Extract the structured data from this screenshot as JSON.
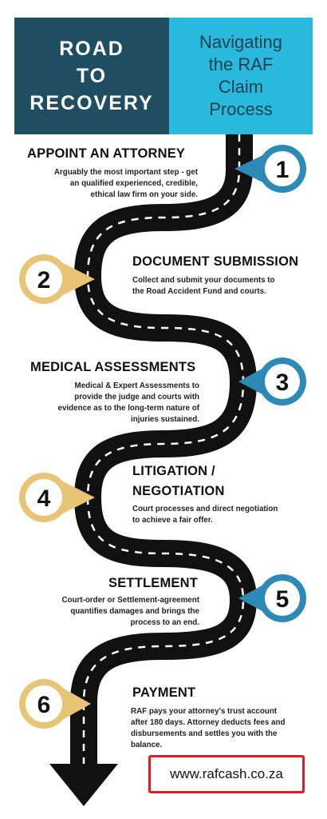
{
  "header": {
    "left_lines": [
      "ROAD",
      "TO",
      "RECOVERY"
    ],
    "right_lines": [
      "Navigating",
      "the RAF",
      "Claim",
      "Process"
    ]
  },
  "colors": {
    "header_dark": "#1f4e62",
    "header_light": "#29b9dd",
    "pin_blue": "#2d89b5",
    "pin_gold": "#e8c477",
    "road": "#111111",
    "url_border": "#e31b23"
  },
  "steps": [
    {
      "number": "1",
      "title": "APPOINT AN ATTORNEY",
      "description": [
        "Arguably the most important step - get",
        "an qualified experienced, credible,",
        "ethical  law firm on your side."
      ]
    },
    {
      "number": "2",
      "title": "DOCUMENT SUBMISSION",
      "description": [
        "Collect and submit your documents to",
        "the Road Accident Fund and courts."
      ]
    },
    {
      "number": "3",
      "title": "MEDICAL ASSESSMENTS",
      "description": [
        "Medical & Expert Assessments to",
        "provide the judge and courts with",
        "evidence as to the long-term nature of",
        "injuries sustained."
      ]
    },
    {
      "number": "4",
      "title_lines": [
        "LITIGATION /",
        "NEGOTIATION"
      ],
      "description": [
        "Court processes and direct negotiation",
        "to achieve a fair offer."
      ]
    },
    {
      "number": "5",
      "title": "SETTLEMENT",
      "description": [
        "Court-order or Settlement-agreement",
        "quantifies damages and brings the",
        "process to an end."
      ]
    },
    {
      "number": "6",
      "title": "PAYMENT",
      "description": [
        "RAF pays your attorney's trust account",
        "after 180 days. Attorney deducts fees and",
        "disbursements and settles you with the",
        "balance."
      ]
    }
  ],
  "footer": {
    "url": "www.rafcash.co.za"
  }
}
